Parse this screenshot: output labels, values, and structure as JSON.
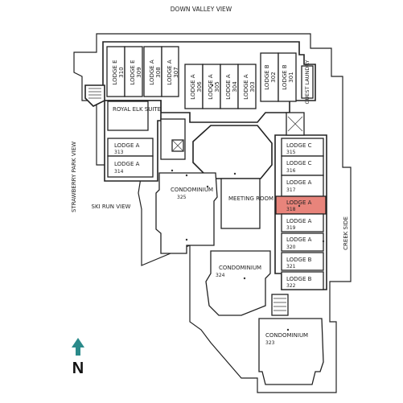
{
  "view_labels": {
    "top": "DOWN VALLEY VIEW",
    "left": "STRAWBERRY PARK VIEW",
    "left_lower": "SKI RUN VIEW",
    "right": "CREEK SIDE"
  },
  "units": {
    "u310": {
      "name": "LODGE E",
      "number": "310"
    },
    "u309": {
      "name": "LODGE E",
      "number": "309"
    },
    "u308": {
      "name": "LODGE A",
      "number": "308"
    },
    "u307": {
      "name": "LODGE A",
      "number": "307"
    },
    "u306": {
      "name": "LODGE A",
      "number": "306"
    },
    "u305": {
      "name": "LODGE A",
      "number": "305"
    },
    "u304": {
      "name": "LODGE A",
      "number": "304"
    },
    "u303": {
      "name": "LODGE A",
      "number": "303"
    },
    "u302": {
      "name": "LODGE B",
      "number": "302"
    },
    "u301": {
      "name": "LODGE B",
      "number": "301"
    },
    "guest_laundry": {
      "name": "GUEST LAUNDRY"
    },
    "royal_elk": {
      "name": "ROYAL ELK SUITE"
    },
    "u313": {
      "name": "LODGE A",
      "number": "313"
    },
    "u314": {
      "name": "LODGE A",
      "number": "314"
    },
    "u325": {
      "name": "CONDOMINIUM",
      "number": "325"
    },
    "meeting": {
      "name": "MEETING ROOM"
    },
    "u315": {
      "name": "LODGE C",
      "number": "315"
    },
    "u316": {
      "name": "LODGE C",
      "number": "316"
    },
    "u317": {
      "name": "LODGE A",
      "number": "317"
    },
    "u318": {
      "name": "LODGE A",
      "number": "318"
    },
    "u319": {
      "name": "LODGE A",
      "number": "319"
    },
    "u320": {
      "name": "LODGE A",
      "number": "320"
    },
    "u321": {
      "name": "LODGE B",
      "number": "321"
    },
    "u322": {
      "name": "LODGE B",
      "number": "322"
    },
    "u324": {
      "name": "CONDOMINIUM",
      "number": "324"
    },
    "u323": {
      "name": "CONDOMINIUM",
      "number": "323"
    }
  },
  "highlighted_unit": "318",
  "highlight_color": "#e8847b",
  "compass": {
    "label": "N",
    "arrow_color": "#2a8a8a"
  }
}
